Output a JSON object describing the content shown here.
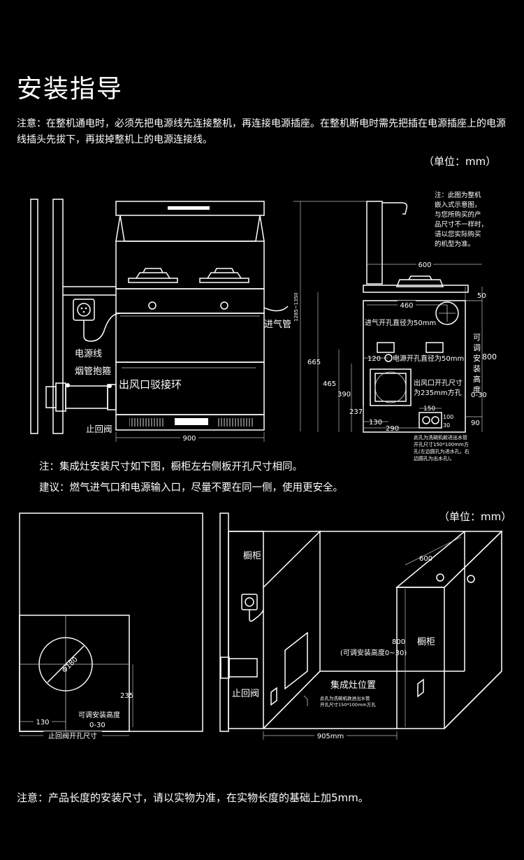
{
  "page_title": "安装指导",
  "notice": "注意：在整机通电时，必须先把电源线先连接整机，再连接电源插座。在整机断电时需先把插在电源插座上的电源线插头先拔下，再拔掉整机上的电源连接线。",
  "unit_label": "（单位：mm）",
  "top_diagram": {
    "labels": {
      "power_cord": "电源线",
      "flue_clamp": "烟管抱箍",
      "outlet_connector": "出风口驳接环",
      "check_valve": "止回阀",
      "gas_inlet": "进气管",
      "width_900": "900",
      "height_range": "1285~1350",
      "dim_600": "600",
      "dim_50": "50",
      "dim_460": "460",
      "gas_hole": "进气开孔直径为50mm",
      "dim_800": "800",
      "adjustable_height": "可调安装高度",
      "adjustable_range": "0-30",
      "dim_665": "665",
      "dim_120": "120",
      "power_hole": "电源开孔直径为50mm",
      "dim_465": "465",
      "outlet_hole_1": "出风口开孔尺寸",
      "outlet_hole_2": "为235mm方孔",
      "dim_390": "390",
      "dim_237": "237",
      "dim_150": "150",
      "dim_100": "100",
      "dim_30": "30",
      "dim_130": "130",
      "dim_290": "290",
      "dim_90": "90"
    },
    "side_note": [
      "注：此图为整机",
      "嵌入式示意图，",
      "与您所购买的产",
      "品尺寸不一样时，",
      "请以您实际购买",
      "的机型为准。"
    ],
    "water_note": [
      "此孔为洗碗机款进出水管",
      "开孔尺寸150*100mm方",
      "孔(左边圆孔为进水孔，右",
      "边圆孔为出水孔)。"
    ]
  },
  "note1": "注：集成灶安装尺寸如下图，橱柜左右侧板开孔尺寸相同。",
  "advice": "建议：燃气进气口和电源输入口，尽量不要在同一侧，使用更安全。",
  "bottom_diagram": {
    "labels": {
      "diameter": "Φ180",
      "dim_235": "235",
      "adjustable": "可调安装高度",
      "adjustable_range": "0-30",
      "dim_130": "130",
      "valve_hole": "止回阀开孔尺寸",
      "cabinet_left": "橱柜",
      "cabinet_right": "橱柜",
      "check_valve": "止回阀",
      "dim_600": "600",
      "dim_800": "800",
      "adjustable_height": "(可调安装高度0~30)",
      "stove_position": "集成灶位置",
      "water_note_1": "此孔为洗碗机款进出水管",
      "water_note_2": "开孔尺寸150*100mm方孔",
      "dim_905": "905mm"
    }
  },
  "footer": "注意：产品长度的安装尺寸，请以实物为准，在实物长度的基础上加5mm。"
}
